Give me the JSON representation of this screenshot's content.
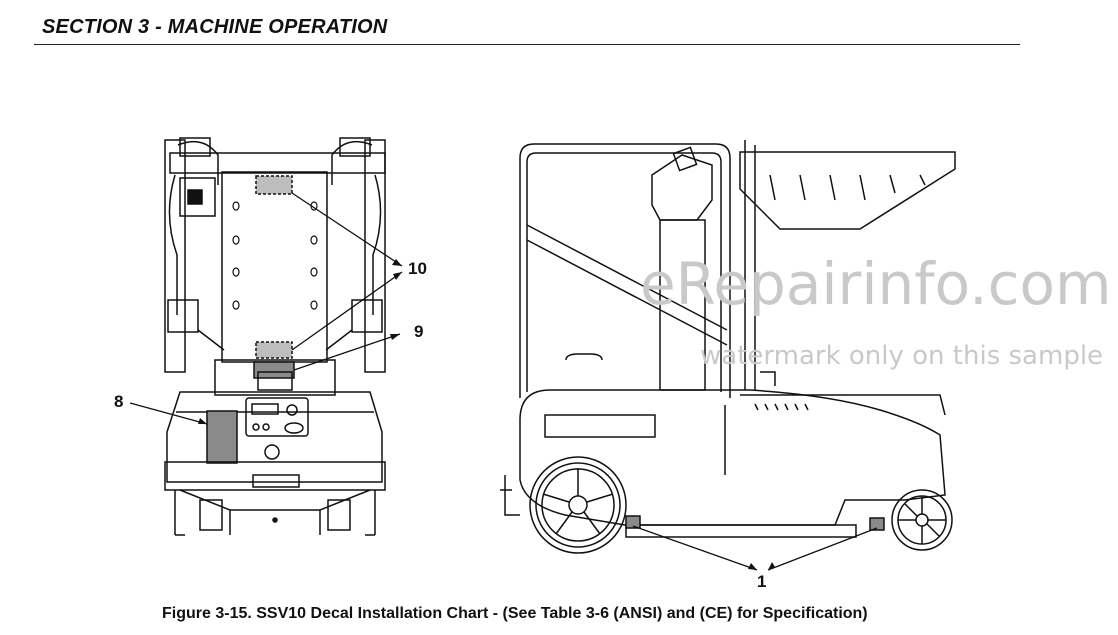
{
  "header": {
    "title": "SECTION 3 - MACHINE OPERATION"
  },
  "figure": {
    "callouts": [
      "10",
      "9",
      "8",
      "1"
    ],
    "caption": "Figure 3-15. SSV10 Decal Installation Chart - (See Table 3-6 (ANSI) and (CE) for Specification)"
  },
  "watermark": {
    "brand": "eRepairinfo.com",
    "note": "watermark only on this sample"
  }
}
